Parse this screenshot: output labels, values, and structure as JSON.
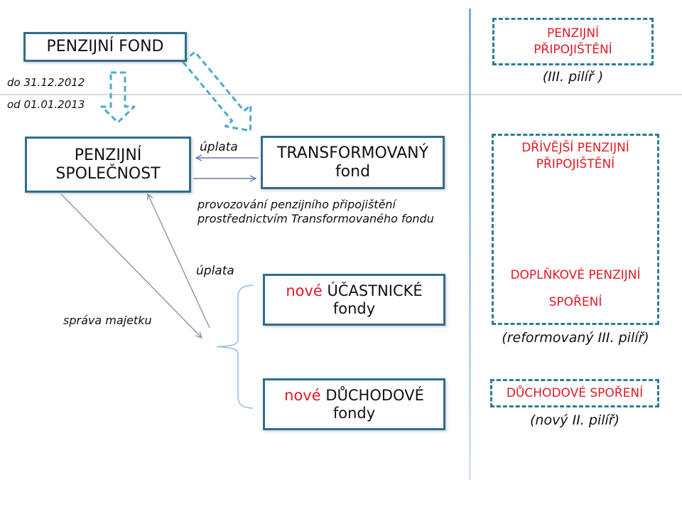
{
  "slide": {
    "timeline": {
      "before": "do 31.12.2012",
      "after": "od 01.01.2013"
    },
    "boxes": {
      "penzijni_fond": {
        "title": "PENZIJNÍ FOND"
      },
      "penzijni_spolecnost": {
        "title": "PENZIJNÍ SPOLEČNOST"
      },
      "transformovany": {
        "title": "TRANSFORMOVANÝ",
        "subtitle": "fond"
      },
      "ucastnicke": {
        "prefix": "nové",
        "title": "ÚČASTNICKÉ",
        "subtitle": "fondy"
      },
      "duchodove": {
        "prefix": "nové",
        "title": "DŮCHODOVÉ",
        "subtitle": "fondy"
      }
    },
    "labels": {
      "uplata_top": "úplata",
      "uplata_mid": "úplata",
      "sprava_majetku": "správa majetku",
      "provoz_line1": "provozování penzijního připojištění",
      "provoz_line2": "prostřednictvím Transformovaného fondu"
    },
    "right_column": {
      "pillar3_old": {
        "line1": "PENZIJNÍ",
        "line2": "PŘIPOJIŠTĚNÍ",
        "caption": "(III. pilíř )"
      },
      "pillar3_reformed": {
        "top_line1": "DŘÍVĚJŠÍ PENZIJNÍ",
        "top_line2": "PŘIPOJIŠTĚNÍ",
        "bottom_line1": "DOPLŇKOVÉ PENZIJNÍ",
        "bottom_line2": "SPOŘENÍ",
        "caption": "(reformovaný III. pilíř)"
      },
      "pillar2": {
        "line1": "DŮCHODOVÉ SPOŘENÍ",
        "caption": "(nový II. pilíř)"
      }
    },
    "colors": {
      "box_border": "#2E6E8C",
      "dash_border": "#2E7C96",
      "block_arrow": "#4BACC6",
      "thin_arrow": "#6B79A9",
      "diag_arrow": "#8793AC",
      "red_text": "#E01B24",
      "brace": "#9DC3E6",
      "gray_line": "#D9D9D9"
    }
  }
}
